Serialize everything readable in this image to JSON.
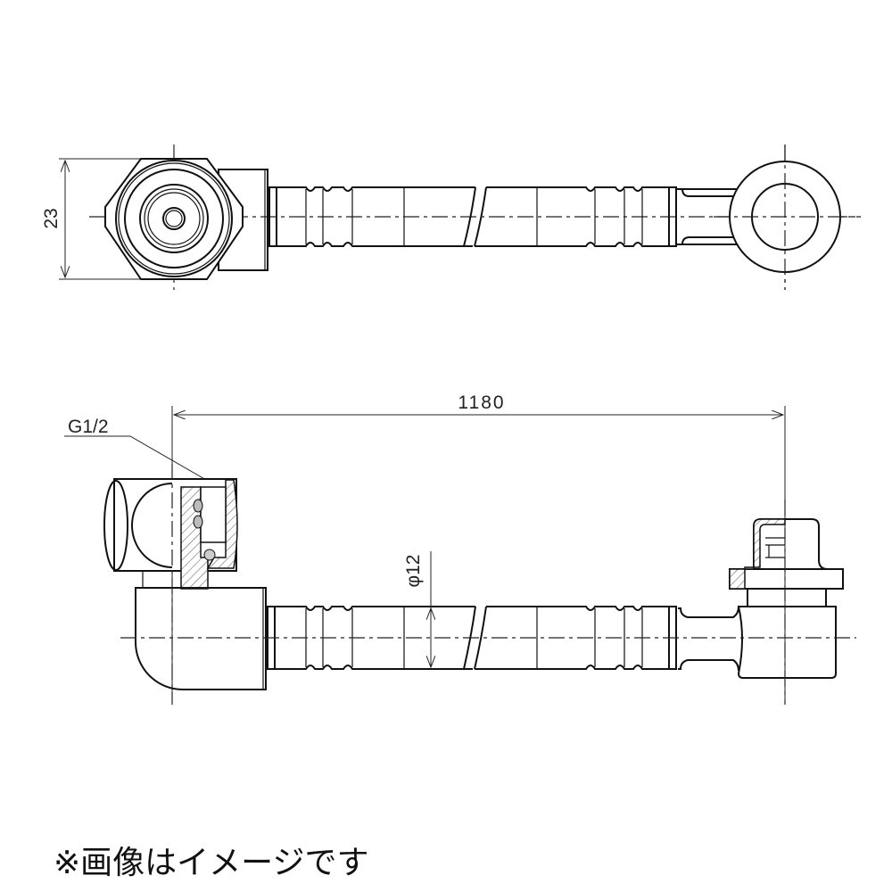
{
  "top_view": {
    "dim_height": "23"
  },
  "side_view": {
    "dim_length": "1180",
    "thread_label": "G1/2",
    "hose_diameter": "φ12"
  },
  "footer_note": "※画像はイメージです"
}
